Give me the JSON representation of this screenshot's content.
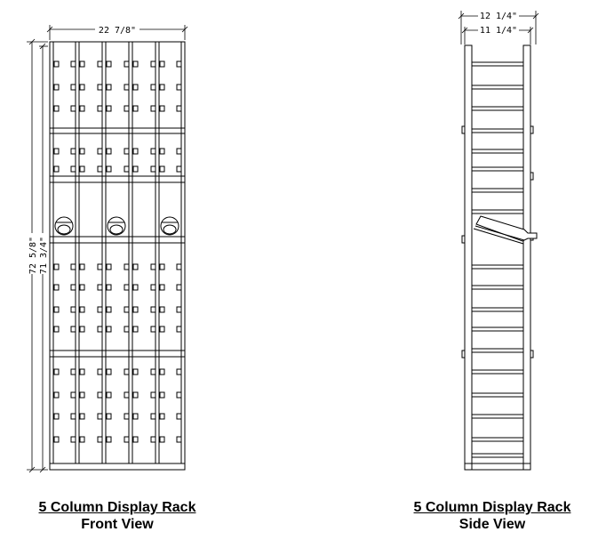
{
  "front": {
    "width_label": "22 7/8\"",
    "height_outer_label": "72 5/8\"",
    "height_inner_label": "71 3/4\"",
    "caption_title": "5 Column Display Rack",
    "caption_sub": "Front View"
  },
  "side": {
    "depth_outer_label": "12 1/4\"",
    "depth_inner_label": "11 1/4\"",
    "caption_title": "5 Column Display Rack",
    "caption_sub": "Side View"
  }
}
